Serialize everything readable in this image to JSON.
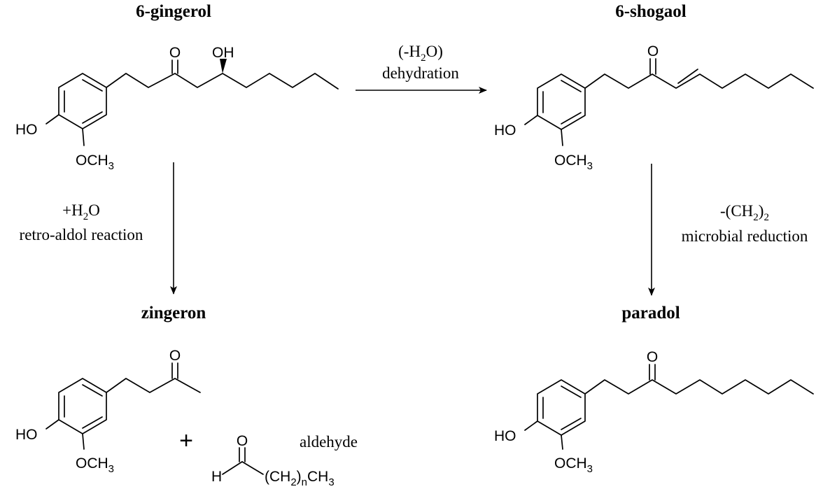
{
  "compounds": {
    "gingerol": {
      "name": "6-gingerol",
      "ketone_o": "O",
      "hydroxyl": "OH",
      "ring_oh": "HO",
      "methoxy": "OCH",
      "methoxy_sub": "3"
    },
    "shogaol": {
      "name": "6-shogaol",
      "ketone_o": "O",
      "ring_oh": "HO",
      "methoxy": "OCH",
      "methoxy_sub": "3"
    },
    "zingeron": {
      "name": "zingeron",
      "ketone_o": "O",
      "ring_oh": "HO",
      "methoxy": "OCH",
      "methoxy_sub": "3"
    },
    "paradol": {
      "name": "paradol",
      "ketone_o": "O",
      "ring_oh": "HO",
      "methoxy": "OCH",
      "methoxy_sub": "3"
    },
    "aldehyde": {
      "label": "aldehyde",
      "o": "O",
      "h": "H",
      "chain_a": "(CH",
      "chain_sub1": "2",
      "chain_b": ")",
      "chain_sub2": "n",
      "chain_c": "CH",
      "chain_sub3": "3"
    }
  },
  "plus_sign": "+",
  "reactions": {
    "dehydration": {
      "formula_a": "(-H",
      "formula_sub": "2",
      "formula_b": "O)",
      "name": "dehydration"
    },
    "retro_aldol": {
      "formula_a": "+H",
      "formula_sub": "2",
      "formula_b": "O",
      "name": "retro-aldol reaction"
    },
    "reduction": {
      "formula_a": "-(CH",
      "formula_sub": "2",
      "formula_b": ")",
      "formula_sub2": "2",
      "name": "microbial reduction"
    }
  }
}
